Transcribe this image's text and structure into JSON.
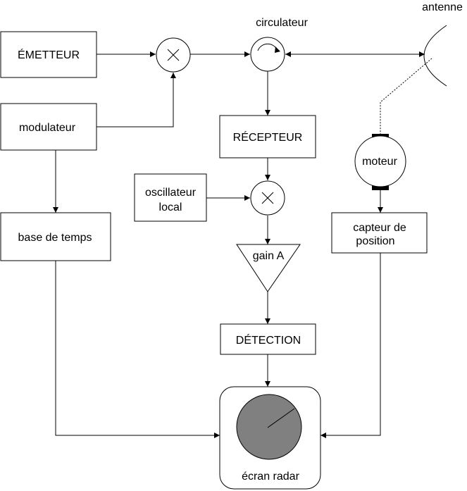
{
  "diagram": {
    "blocks": {
      "emetteur": "ÉMETTEUR",
      "modulateur": "modulateur",
      "base_temps": "base de temps",
      "recepteur": "RÉCEPTEUR",
      "oscillateur_1": "oscillateur",
      "oscillateur_2": "local",
      "moteur": "moteur",
      "capteur_1": "capteur de",
      "capteur_2": "position",
      "detection": "DÉTECTION",
      "gain": "gain A",
      "ecran": "écran radar",
      "circulateur": "circulateur",
      "antenne": "antenne"
    },
    "colors": {
      "stroke": "#000000",
      "screen_fill": "#808080",
      "motor_cap": "#000000",
      "background": "#ffffff"
    },
    "icons": {
      "mixer": "circle-x-icon",
      "circulator": "circular-arrow-icon",
      "antenna": "parabolic-dish-icon",
      "amplifier": "triangle-amplifier-icon",
      "motor": "motor-icon",
      "screen": "radar-scope-icon"
    }
  }
}
